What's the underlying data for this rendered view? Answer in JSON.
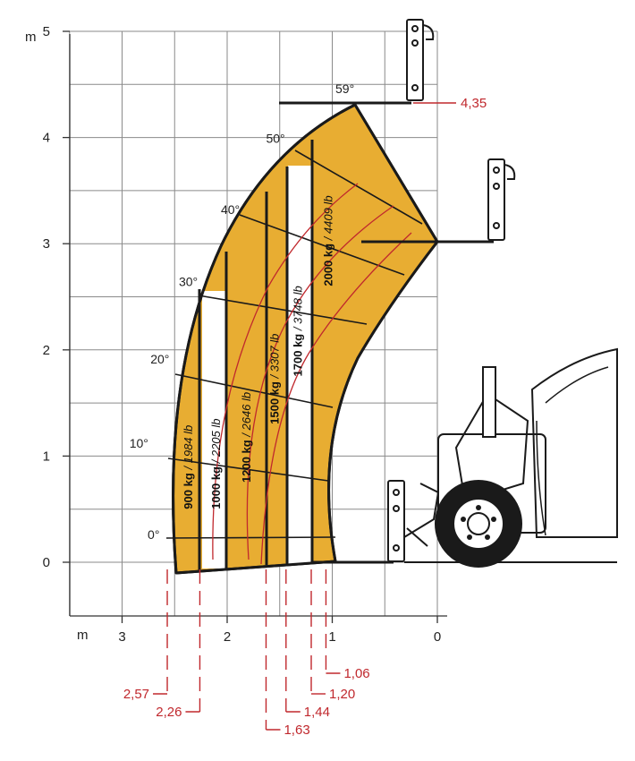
{
  "chart_data": {
    "type": "load-chart",
    "x_axis": {
      "unit": "m",
      "ticks": [
        {
          "value": 3,
          "label": "3"
        },
        {
          "value": 2,
          "label": "2"
        },
        {
          "value": 1,
          "label": "1"
        },
        {
          "value": 0,
          "label": "0"
        }
      ]
    },
    "y_axis": {
      "unit": "m",
      "ticks": [
        {
          "value": 5,
          "label": "5"
        },
        {
          "value": 4,
          "label": "4"
        },
        {
          "value": 3,
          "label": "3"
        },
        {
          "value": 2,
          "label": "2"
        },
        {
          "value": 1,
          "label": "1"
        },
        {
          "value": 0,
          "label": "0"
        }
      ]
    },
    "grid": true,
    "boom_angles": [
      {
        "label": "0°",
        "x": 2.7,
        "y": 0.22
      },
      {
        "label": "10°",
        "x": 2.84,
        "y": 1.08
      },
      {
        "label": "20°",
        "x": 2.64,
        "y": 1.87
      },
      {
        "label": "30°",
        "x": 2.37,
        "y": 2.6
      },
      {
        "label": "40°",
        "x": 1.97,
        "y": 3.28
      },
      {
        "label": "50°",
        "x": 1.54,
        "y": 3.95
      },
      {
        "label": "59°",
        "x": 0.88,
        "y": 4.42
      }
    ],
    "max_height_label": "4,35",
    "reach_markers": [
      {
        "label": "2,57",
        "x": 2.57
      },
      {
        "label": "2,26",
        "x": 2.26
      },
      {
        "label": "1,63",
        "x": 1.63
      },
      {
        "label": "1,44",
        "x": 1.44
      },
      {
        "label": "1,20",
        "x": 1.2
      },
      {
        "label": "1,06",
        "x": 1.06
      }
    ],
    "load_zones": [
      {
        "kg": "900 kg",
        "lb": " / 1984 lb",
        "x": 2.33,
        "y": 0.5
      },
      {
        "kg": "1000 kg",
        "lb": " / 2205 lb",
        "x": 2.07,
        "y": 0.5
      },
      {
        "kg": "1200 kg",
        "lb": " / 2646 lb",
        "x": 1.78,
        "y": 0.75
      },
      {
        "kg": "1500 kg",
        "lb": " / 3307 lb",
        "x": 1.51,
        "y": 1.3
      },
      {
        "kg": "1700 kg",
        "lb": " / 3748 lb",
        "x": 1.29,
        "y": 1.75
      },
      {
        "kg": "2000 kg",
        "lb": " / 4409 lb",
        "x": 1.0,
        "y": 2.6
      }
    ],
    "colors": {
      "zone": "#e8ad32",
      "outline": "#1a1a1a",
      "marker": "#c0282d",
      "grid": "#8a8a8a"
    }
  }
}
